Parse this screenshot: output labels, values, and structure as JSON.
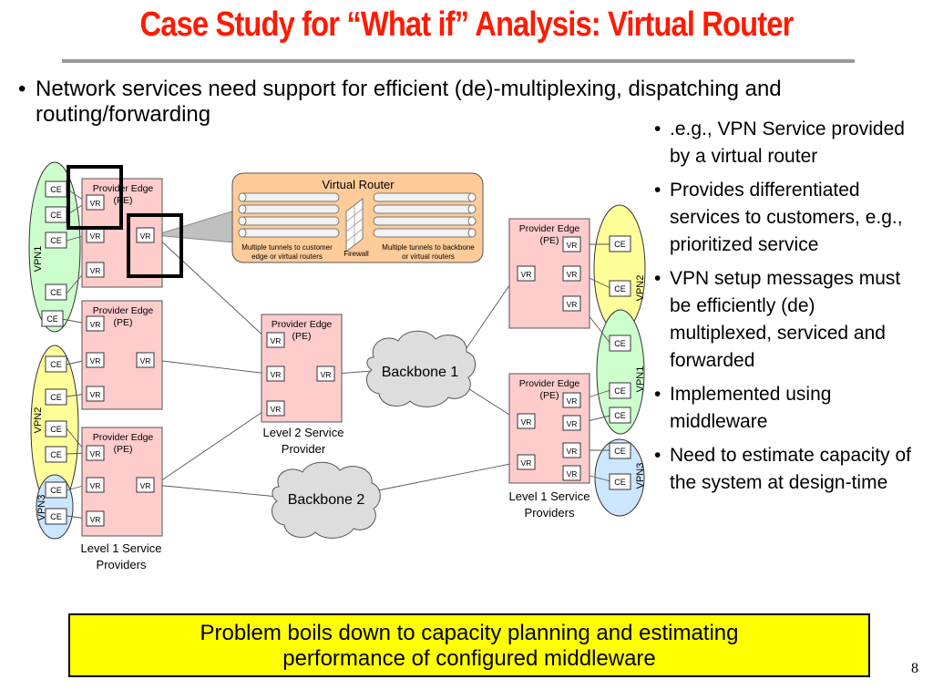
{
  "slide": {
    "title": "Case Study for “What if” Analysis: Virtual Router",
    "main_bullet": "Network services need support for efficient (de)-multiplexing, dispatching and routing/forwarding",
    "right_bullets": [
      ".e.g., VPN Service provided by a virtual router",
      "Provides differentiated services to customers, e.g., prioritized service",
      "VPN setup messages must be efficiently (de) multiplexed, serviced and forwarded",
      "Implemented using middleware",
      "Need to estimate capacity of the system at design-time"
    ],
    "callout_lines": [
      "Problem boils down to capacity planning and estimating",
      "performance of configured middleware"
    ],
    "page_number": "8"
  },
  "diagram": {
    "virtual_router_title": "Virtual Router",
    "tunnels_customer": [
      "Multiple tunnels to customer",
      "edge or virtual routers"
    ],
    "tunnels_backbone": [
      "Multiple tunnels to backbone",
      "or virtual routers"
    ],
    "firewall": "Firewall",
    "provider_edge": [
      "Provider Edge",
      "(PE)"
    ],
    "vr": "VR",
    "ce": "CE",
    "vpn1": "VPN1",
    "vpn2": "VPN2",
    "vpn3": "VPN3",
    "backbone1": "Backbone 1",
    "backbone2": "Backbone 2",
    "level2_caption": [
      "Level 2 Service",
      "Provider"
    ],
    "level1_caption": [
      "Level 1 Service",
      "Providers"
    ]
  },
  "colors": {
    "title": "#ff1a00",
    "pe_fill": "#ffcccc",
    "vpn1_fill": "#ccffcc",
    "vpn2_fill": "#ffff99",
    "vpn3_fill": "#cce6ff",
    "cloud_fill": "#dddddd",
    "virtual_router_fill": "#ffcc99",
    "callout_fill": "#ffff00"
  }
}
